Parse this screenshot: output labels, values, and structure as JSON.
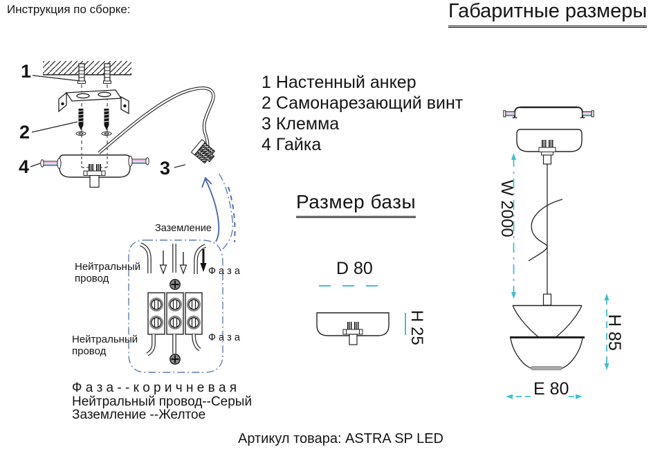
{
  "header": {
    "instructions_title": "Инструкция по сборке:",
    "dimensions_title": "Габаритные размеры"
  },
  "assembly": {
    "callouts": {
      "c1": "1",
      "c2": "2",
      "c3": "3",
      "c4": "4"
    },
    "parts_list": [
      "1 Настенный анкер",
      "2 Самонарезающий винт",
      "3 Клемма",
      "4 Гайка"
    ]
  },
  "wiring": {
    "ground_label": "Заземление",
    "neutral_top": "Нейтральный провод",
    "neutral_bottom": "Нейтральный провод",
    "phase_top": "Ф а з а",
    "phase_bottom": "Ф а з а",
    "color_code": [
      "Ф а з а - - к о р и ч н е в а я",
      "Нейтральный провод--Серый",
      "Заземление --Желтое"
    ]
  },
  "base_size": {
    "title": "Размер базы",
    "diameter": "D 80",
    "height": "H 25"
  },
  "pendant": {
    "cable_length": "W 2000",
    "shade_height": "H 85",
    "shade_width": "E 80"
  },
  "footer": {
    "article_label": "Артикул товара: ASTRA SP LED"
  },
  "colors": {
    "dimension_cyan": "#3dbfd4",
    "callout_arrow_blue": "#3f62ae",
    "bubble_blue": "#5b7db1",
    "line_black": "#1c1c1c",
    "screw_stripe_pink": "#e9a8cd",
    "screw_stripe_blue": "#9fc3e8",
    "lamp_base_gray": "#a9a9a9"
  }
}
